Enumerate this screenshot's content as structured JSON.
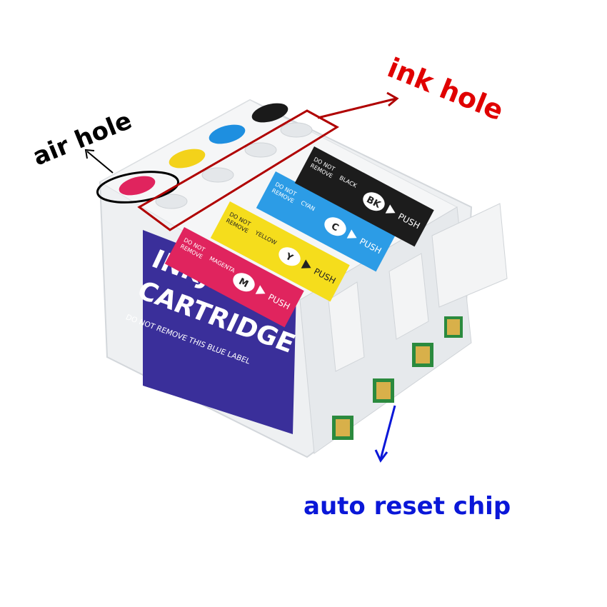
{
  "annotations": {
    "air_hole": {
      "label": "air hole",
      "color": "#000000"
    },
    "ink_hole": {
      "label": "ink hole",
      "color": "#e00000",
      "box_color": "#b00000"
    },
    "chip": {
      "label": "auto reset chip",
      "color": "#0a17d8"
    }
  },
  "front_label": {
    "line1": "INKJET",
    "line2": "CARTRIDGE",
    "notice": "DO NOT REMOVE THIS BLUE LABEL",
    "color": "#3a2f9a"
  },
  "cartridges": [
    {
      "name": "MAGENTA",
      "letter": "M",
      "warning1": "DO NOT",
      "warning2": "REMOVE",
      "push": "PUSH",
      "color": "#e0245e",
      "cap": "#e0245e"
    },
    {
      "name": "YELLOW",
      "letter": "Y",
      "warning1": "DO NOT",
      "warning2": "REMOVE",
      "push": "PUSH",
      "color": "#f5dd1c",
      "cap": "#f3d21a"
    },
    {
      "name": "CYAN",
      "letter": "C",
      "warning1": "DO NOT",
      "warning2": "REMOVE",
      "push": "PUSH",
      "color": "#2c9ce6",
      "cap": "#1e8fe0"
    },
    {
      "name": "BLACK",
      "letter": "BK",
      "warning1": "DO NOT",
      "warning2": "REMOVE",
      "push": "PUSH",
      "color": "#1c1c1c",
      "cap": "#1a1a1a"
    }
  ]
}
